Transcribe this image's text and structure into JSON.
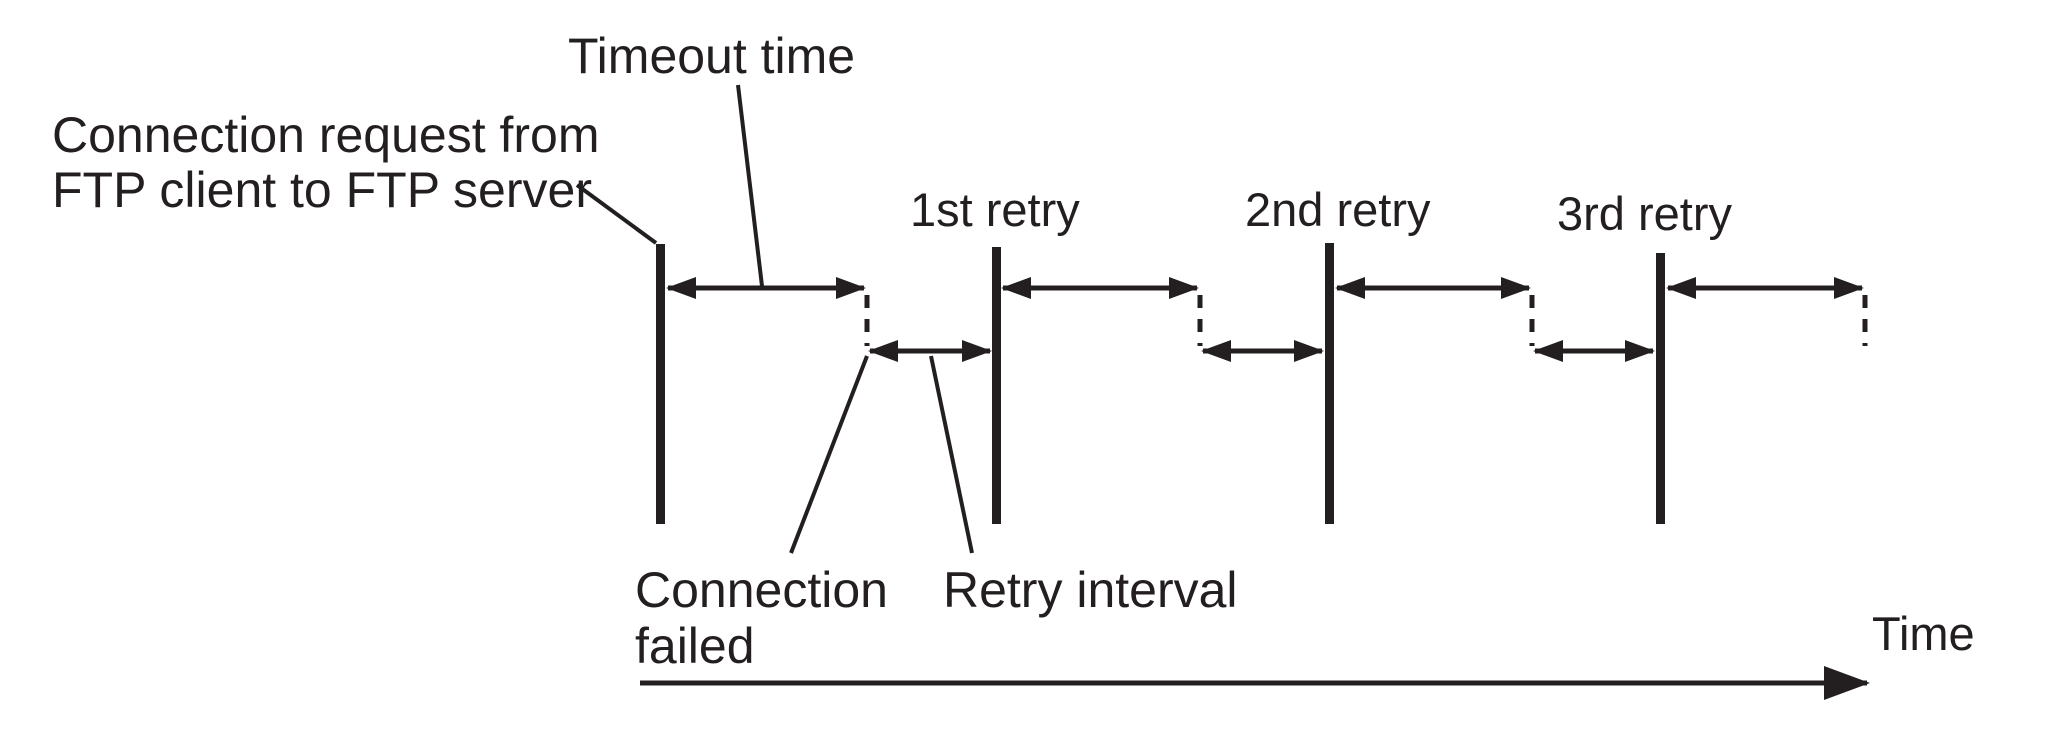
{
  "diagram": {
    "labels": {
      "timeout_time": "Timeout time",
      "connection_request_line1": "Connection request from",
      "connection_request_line2": "FTP client to FTP server",
      "first_retry": "1st retry",
      "second_retry": "2nd retry",
      "third_retry": "3rd retry",
      "connection_failed_line1": "Connection",
      "connection_failed_line2": "failed",
      "retry_interval": "Retry interval",
      "time_axis": "Time"
    },
    "colors": {
      "ink": "#231f20",
      "background": "#ffffff"
    }
  }
}
